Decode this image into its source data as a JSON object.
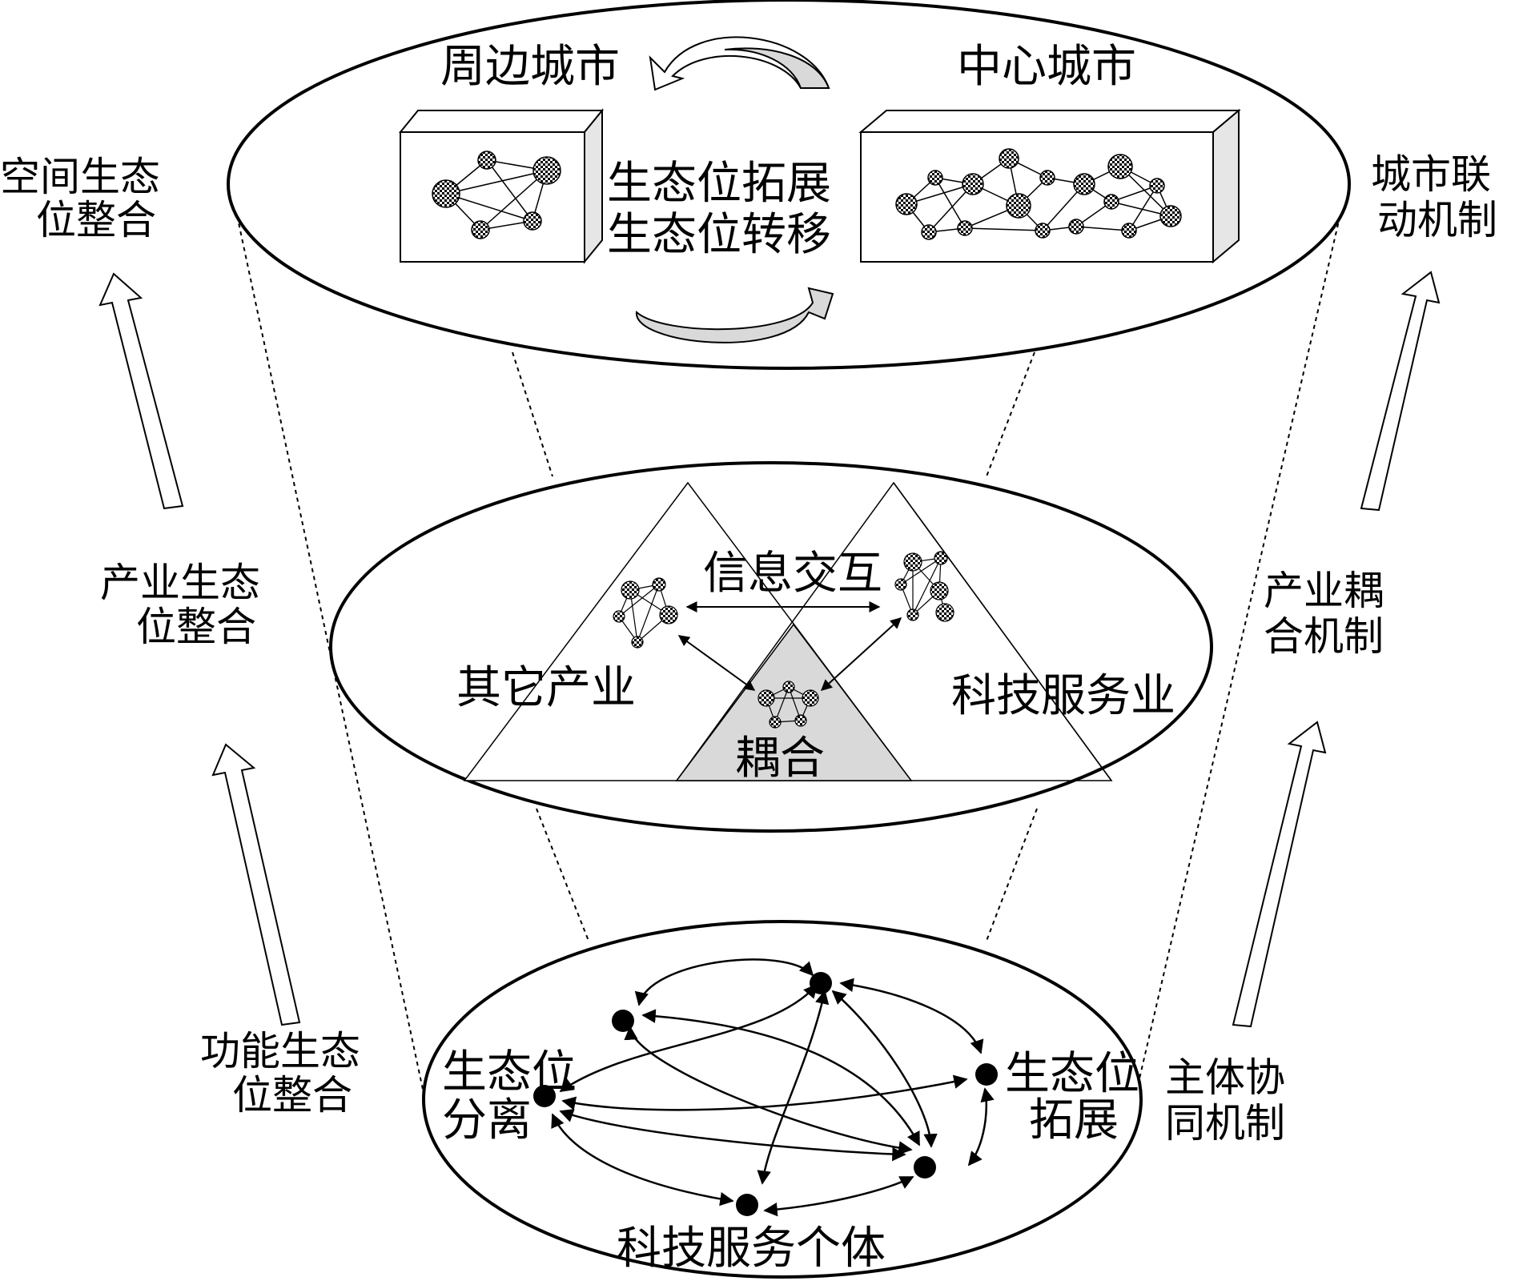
{
  "top_layer": {
    "peripheral_city": "周边城市",
    "central_city": "中心城市",
    "niche_expand": "生态位拓展",
    "niche_transfer": "生态位转移"
  },
  "middle_layer": {
    "info_exchange": "信息交互",
    "other_industry": "其它产业",
    "sci_service_industry": "科技服务业",
    "coupling": "耦合"
  },
  "bottom_layer": {
    "niche_separation_1": "生态位",
    "niche_separation_2": "分离",
    "niche_expansion_1": "生态位",
    "niche_expansion_2": "拓展",
    "service_individual": "科技服务个体"
  },
  "left_labels": {
    "spatial_1": "空间生态",
    "spatial_2": "位整合",
    "industry_1": "产业生态",
    "industry_2": "位整合",
    "function_1": "功能生态",
    "function_2": "位整合"
  },
  "right_labels": {
    "city_link_1": "城市联",
    "city_link_2": "动机制",
    "industry_couple_1": "产业耦",
    "industry_couple_2": "合机制",
    "subject_coop_1": "主体协",
    "subject_coop_2": "同机制"
  },
  "colors": {
    "line": "#000000",
    "shade": "#d9d9d9",
    "box_side": "#e6e6e6",
    "node": "#000000"
  }
}
